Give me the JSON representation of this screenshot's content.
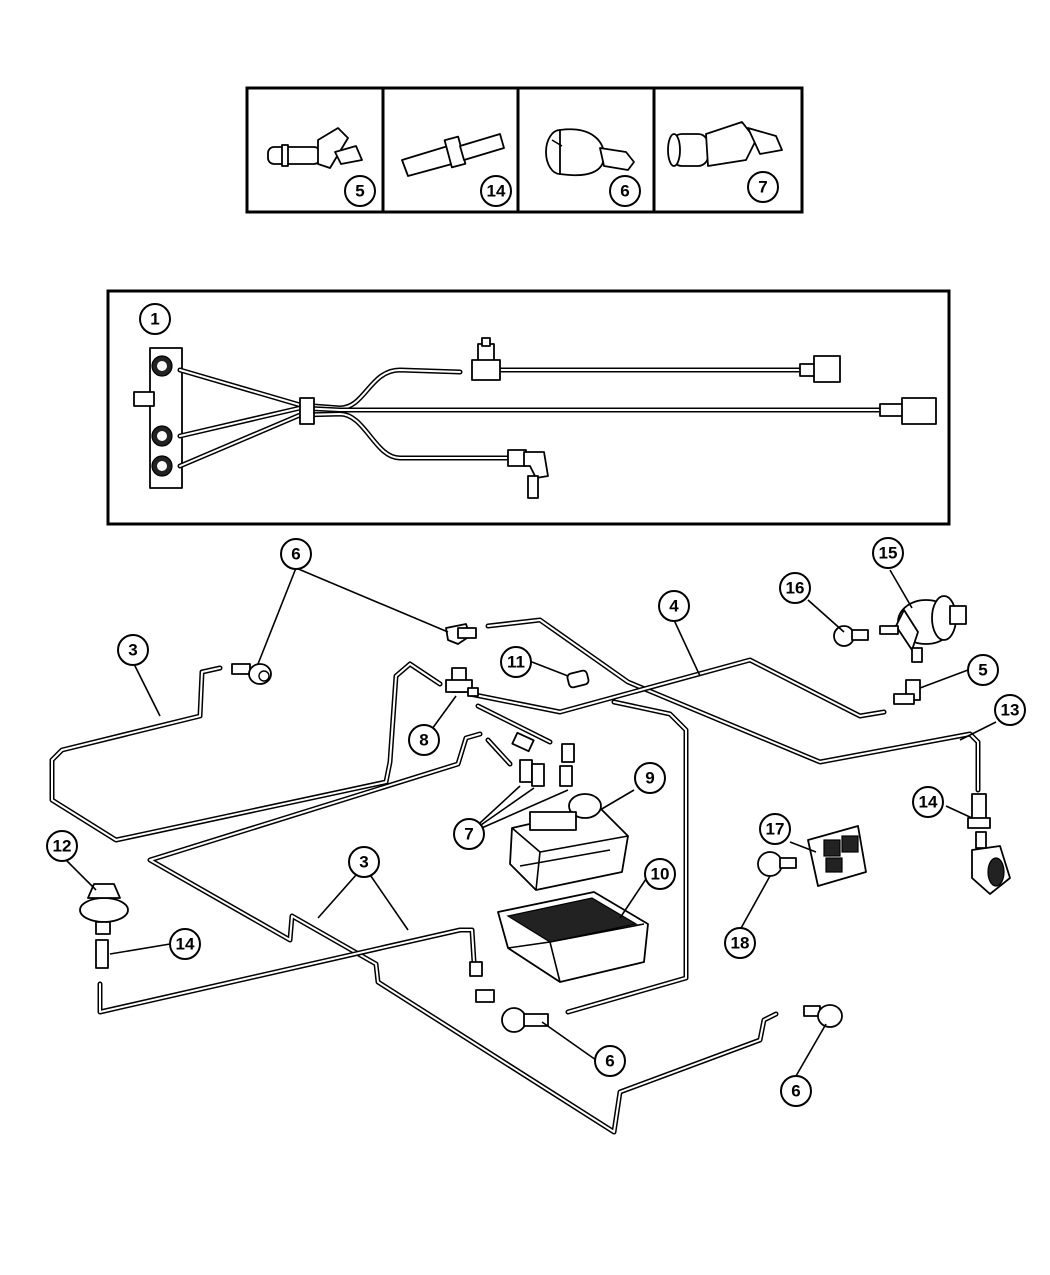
{
  "callouts": {
    "inset_5": "5",
    "inset_14": "14",
    "inset_6": "6",
    "inset_7": "7",
    "harness_1": "1",
    "c6_top": "6",
    "c3_left": "3",
    "c11": "11",
    "c4": "4",
    "c16": "16",
    "c15": "15",
    "c5": "5",
    "c13": "13",
    "c8": "8",
    "c9": "9",
    "c7": "7",
    "c14_right": "14",
    "c17": "17",
    "c12": "12",
    "c10": "10",
    "c3_mid": "3",
    "c14_left": "14",
    "c18": "18",
    "c6_bottom_mid": "6",
    "c6_bottom_right": "6"
  }
}
